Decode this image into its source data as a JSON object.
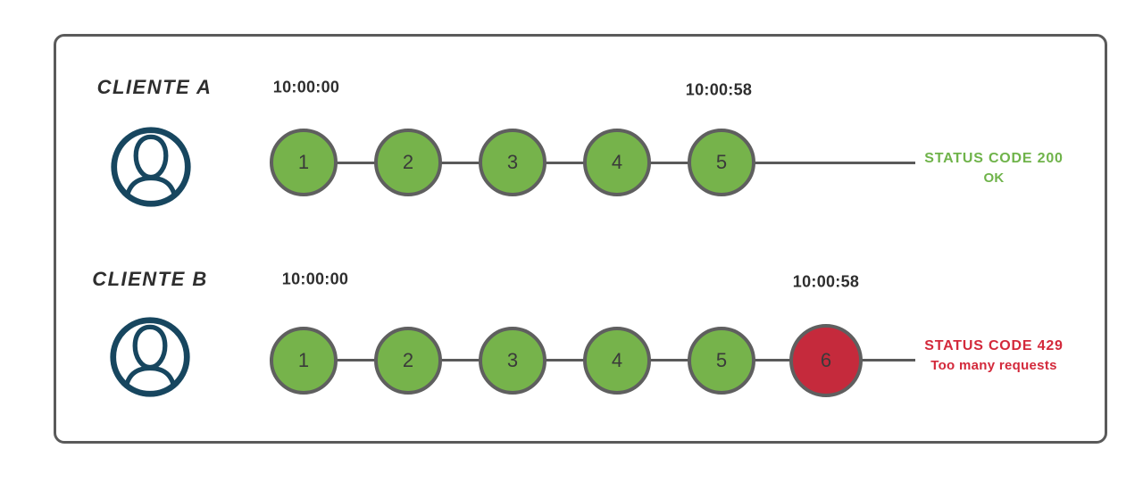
{
  "colors": {
    "frame_border": "#5a5a5a",
    "circle_border": "#5f5f5f",
    "request_ok_fill": "#76b34b",
    "request_blocked_fill": "#c52a3c",
    "timeline_line": "#5a5a5a",
    "label_text": "#2e2e2e",
    "number_text": "#3a3a3a",
    "avatar": "#17465f",
    "status_ok_text": "#6fb34a",
    "status_blocked_text": "#d3293b"
  },
  "clients": [
    {
      "name": "CLIENTE A",
      "start_time": "10:00:00",
      "end_time": "10:00:58",
      "requests": [
        {
          "label": "1",
          "state": "ok"
        },
        {
          "label": "2",
          "state": "ok"
        },
        {
          "label": "3",
          "state": "ok"
        },
        {
          "label": "4",
          "state": "ok"
        },
        {
          "label": "5",
          "state": "ok"
        }
      ],
      "status": {
        "code_line": "STATUS CODE 200",
        "message_line": "OK",
        "color": "#6fb34a"
      }
    },
    {
      "name": "CLIENTE B",
      "start_time": "10:00:00",
      "end_time": "10:00:58",
      "requests": [
        {
          "label": "1",
          "state": "ok"
        },
        {
          "label": "2",
          "state": "ok"
        },
        {
          "label": "3",
          "state": "ok"
        },
        {
          "label": "4",
          "state": "ok"
        },
        {
          "label": "5",
          "state": "ok"
        },
        {
          "label": "6",
          "state": "blocked"
        }
      ],
      "status": {
        "code_line": "STATUS CODE 429",
        "message_line": "Too many requests",
        "color": "#d3293b"
      }
    }
  ]
}
